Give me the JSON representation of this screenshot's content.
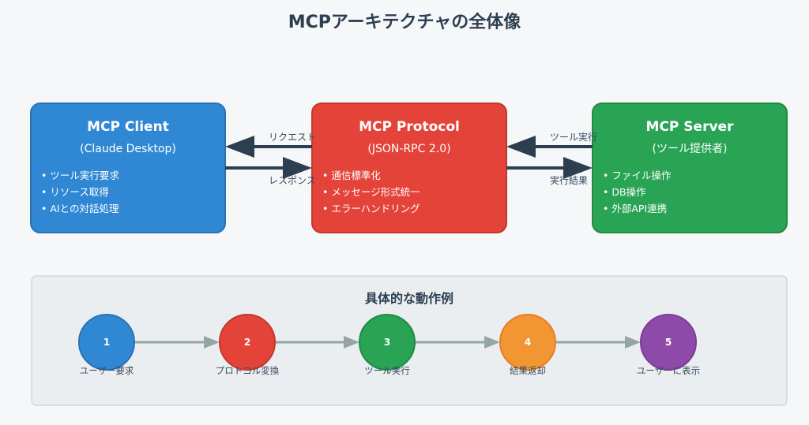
{
  "title": "MCPアーキテクチャの全体像",
  "boxes": [
    {
      "id": "client",
      "title": "MCP Client",
      "subtitle": "(Claude Desktop)",
      "items": [
        "• ツール実行要求",
        "• リソース取得",
        "• AIとの対話処理"
      ],
      "color": "#3088d4",
      "border": "#2a71b0"
    },
    {
      "id": "protocol",
      "title": "MCP Protocol",
      "subtitle": "(JSON-RPC 2.0)",
      "items": [
        "• 通信標準化",
        "• メッセージ形式統一",
        "• エラーハンドリング"
      ],
      "color": "#e4433a",
      "border": "#c0392b"
    },
    {
      "id": "server",
      "title": "MCP Server",
      "subtitle": "(ツール提供者)",
      "items": [
        "• ファイル操作",
        "• DB操作",
        "• 外部API連携"
      ],
      "color": "#28a454",
      "border": "#218a45"
    }
  ],
  "arrows": {
    "client_protocol": {
      "top": "リクエスト",
      "bottom": "レスポンス"
    },
    "protocol_server": {
      "top": "ツール実行",
      "bottom": "実行結果"
    },
    "color": "#2c3e50"
  },
  "flow": {
    "title": "具体的な動作例",
    "steps": [
      {
        "num": "1",
        "label": "ユーザー要求",
        "color": "#3088d4",
        "border": "#2a71b0"
      },
      {
        "num": "2",
        "label": "プロトコル変換",
        "color": "#e4433a",
        "border": "#c0392b"
      },
      {
        "num": "3",
        "label": "ツール実行",
        "color": "#28a454",
        "border": "#218a45"
      },
      {
        "num": "4",
        "label": "結果返却",
        "color": "#f29633",
        "border": "#e67e22"
      },
      {
        "num": "5",
        "label": "ユーザーに表示",
        "color": "#8e4aa9",
        "border": "#7d3c98"
      }
    ],
    "arrow_color": "#95a5a6"
  }
}
